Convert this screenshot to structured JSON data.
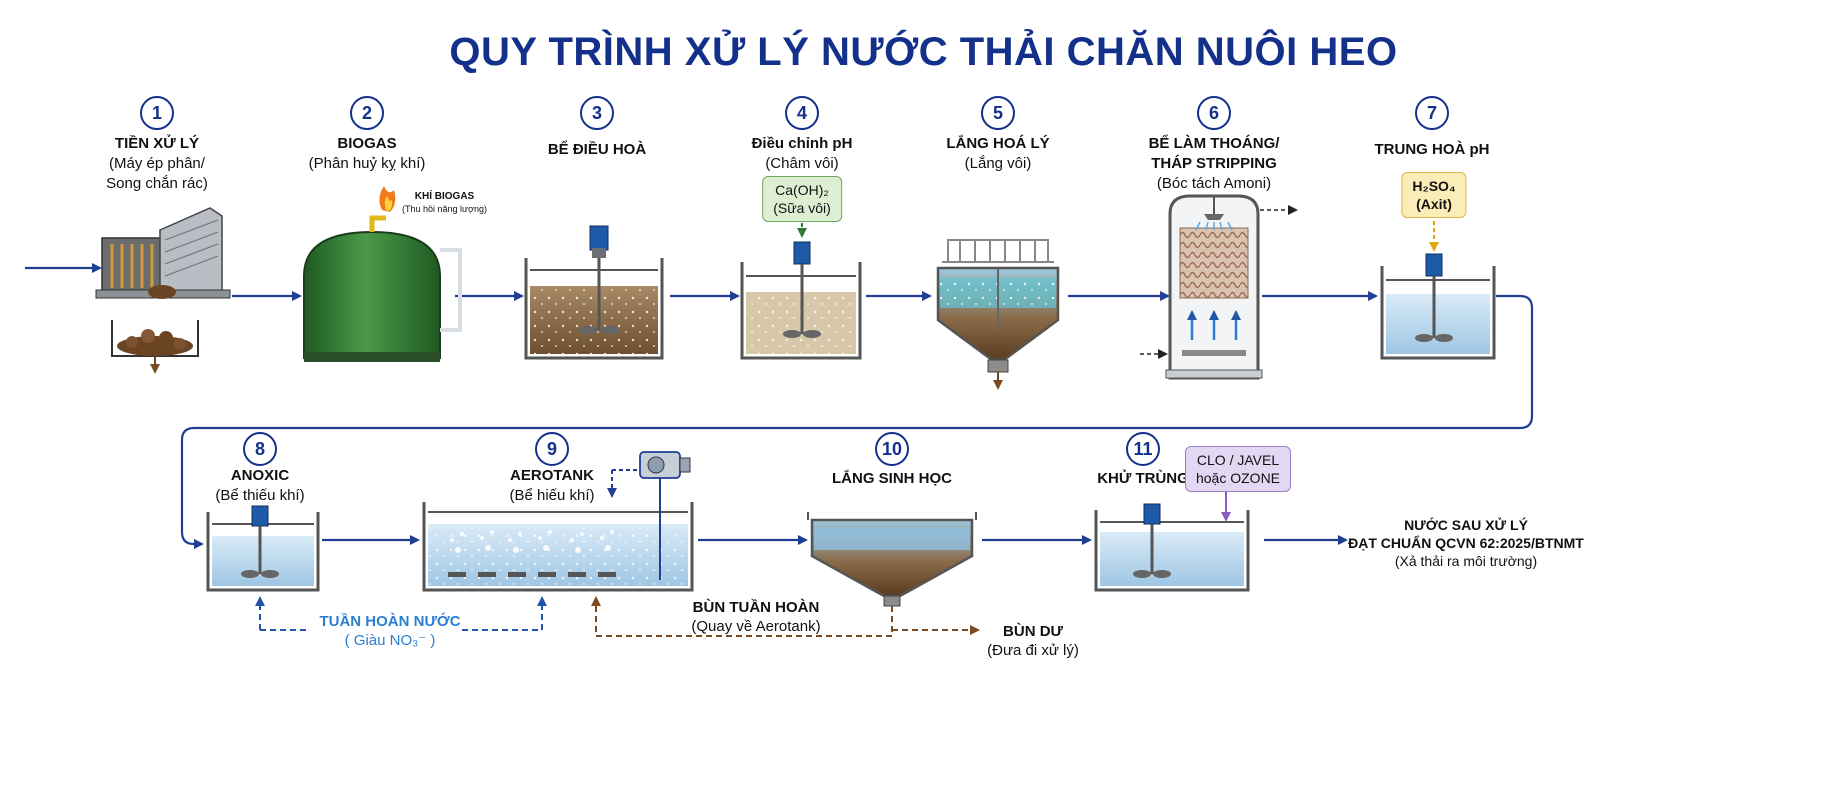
{
  "title": "QUY TRÌNH XỬ LÝ NƯỚC THẢI CHĂN NUÔI HEO",
  "steps": [
    {
      "num": "1",
      "title": "TIỀN XỬ LÝ",
      "sub1": "(Máy ép phân/",
      "sub2": "Song chắn rác)"
    },
    {
      "num": "2",
      "title": "BIOGAS",
      "sub1": "(Phân huỷ kỵ khí)",
      "sub2": ""
    },
    {
      "num": "3",
      "title": "BỂ ĐIỀU HOÀ",
      "sub1": "",
      "sub2": ""
    },
    {
      "num": "4",
      "title": "Điều chỉnh pH",
      "sub1": "(Châm vôi)",
      "sub2": ""
    },
    {
      "num": "5",
      "title": "LẮNG HOÁ LÝ",
      "sub1": "(Lắng vôi)",
      "sub2": ""
    },
    {
      "num": "6",
      "title": "BỂ LÀM THOÁNG/",
      "sub1": "THÁP STRIPPING",
      "sub2": "(Bóc tách Amoni)"
    },
    {
      "num": "7",
      "title": "TRUNG HOÀ pH",
      "sub1": "",
      "sub2": ""
    },
    {
      "num": "8",
      "title": "ANOXIC",
      "sub1": "(Bể thiếu khí)",
      "sub2": ""
    },
    {
      "num": "9",
      "title": "AEROTANK",
      "sub1": "(Bể hiếu khí)",
      "sub2": ""
    },
    {
      "num": "10",
      "title": "LẮNG SINH HỌC",
      "sub1": "",
      "sub2": ""
    },
    {
      "num": "11",
      "title": "KHỬ TRÙNG",
      "sub1": "",
      "sub2": ""
    }
  ],
  "biogas_gas": {
    "line1": "KHÍ BIOGAS",
    "line2": "(Thu hồi năng lượng)"
  },
  "chemicals": {
    "lime": {
      "line1": "Ca(OH)₂",
      "line2": "(Sữa vôi)"
    },
    "acid": {
      "line1": "H₂SO₄",
      "line2": "(Axit)"
    },
    "disinfect": {
      "line1": "CLO / JAVEL",
      "line2": "hoặc OZONE"
    }
  },
  "recirc_water": {
    "line1": "TUẦN HOÀN NƯỚC",
    "line2": "( Giàu NO₃⁻ )"
  },
  "recirc_sludge": {
    "line1": "BÙN TUẦN HOÀN",
    "line2": "(Quay về Aerotank)"
  },
  "excess_sludge": {
    "line1": "BÙN DƯ",
    "line2": "(Đưa đi xử lý)"
  },
  "output": {
    "line1": "NƯỚC SAU XỬ LÝ",
    "line2": "ĐẠT CHUẨN QCVN 62:2025/BTNMT",
    "line3": "(Xả thải ra môi trường)"
  },
  "colors": {
    "accent": "#13308a",
    "flow": "#1f3f94",
    "water": "#bcd9ee",
    "sludge": "#7a5a3a",
    "recirc": "#2255a8",
    "recirc_sludge": "#7a4a22",
    "lime_box": "#dcefd3",
    "acid_box": "#fbedb8",
    "disinfect_box": "#e3d8f3"
  }
}
